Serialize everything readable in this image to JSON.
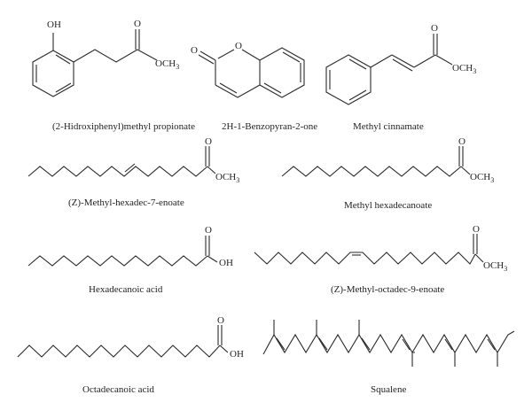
{
  "figure": {
    "type": "chemical-structures-panel",
    "line_color": "#2a2a2a",
    "background": "#ffffff"
  },
  "compounds": [
    {
      "name": "(2-Hidroxiphenyl)methyl propionate",
      "labels": {
        "hydroxyl": "OH",
        "carbonyl_o": "O",
        "ester": "OCH",
        "ester_sub": "3"
      }
    },
    {
      "name": "2H-1-Benzopyran-2-one",
      "labels": {
        "carbonyl_o": "O",
        "ring_o": "O"
      }
    },
    {
      "name": "Methyl cinnamate",
      "labels": {
        "carbonyl_o": "O",
        "ester": "OCH",
        "ester_sub": "3"
      }
    },
    {
      "name": "(Z)-Methyl-hexadec-7-enoate",
      "labels": {
        "carbonyl_o": "O",
        "ester": "OCH",
        "ester_sub": "3"
      }
    },
    {
      "name": "Methyl hexadecanoate",
      "labels": {
        "carbonyl_o": "O",
        "ester": "OCH",
        "ester_sub": "3"
      }
    },
    {
      "name": "Hexadecanoic acid",
      "labels": {
        "carbonyl_o": "O",
        "acid": "OH"
      }
    },
    {
      "name": "(Z)-Methyl-octadec-9-enoate",
      "labels": {
        "carbonyl_o": "O",
        "ester": "OCH",
        "ester_sub": "3"
      }
    },
    {
      "name": "Octadecanoic acid",
      "labels": {
        "carbonyl_o": "O",
        "acid": "OH"
      }
    },
    {
      "name": "Squalene",
      "labels": {}
    }
  ]
}
